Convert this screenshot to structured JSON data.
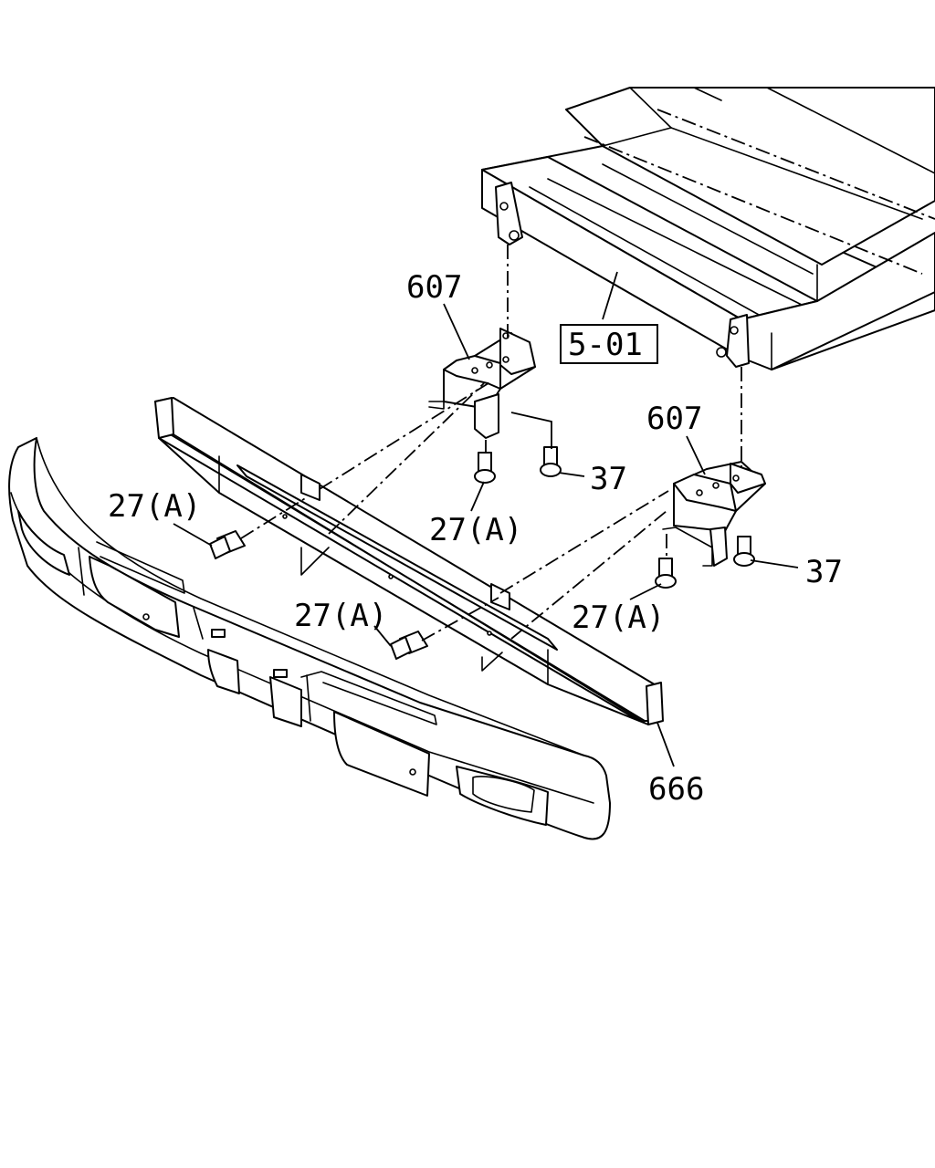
{
  "labels": {
    "bracket_left": "607",
    "bracket_right": "607",
    "frame_ref": "5-01",
    "bolt_left_outer": "27(A)",
    "bolt_left_lower": "27(A)",
    "bolt_left_bracket": "27(A)",
    "bolt_right_bracket": "27(A)",
    "bolt_left_37": "37",
    "bolt_right_37": "37",
    "reinforcement": "666"
  },
  "colors": {
    "line": "#000000",
    "background": "#ffffff"
  }
}
